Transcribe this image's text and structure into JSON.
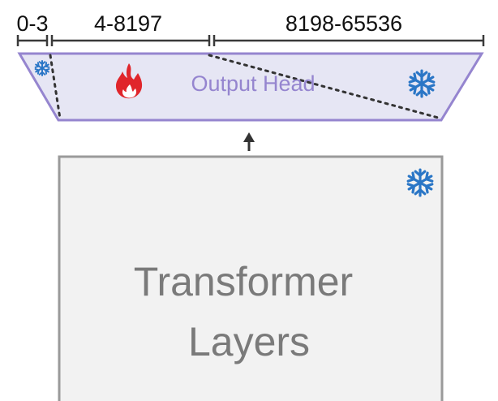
{
  "ranges": [
    {
      "label": "0-3"
    },
    {
      "label": "4-8197"
    },
    {
      "label": "8198-65536"
    }
  ],
  "output_head": {
    "label": "Output Head",
    "fill": "#e6e6f4",
    "stroke": "#9585cf",
    "text_color": "#9585cf"
  },
  "transformer": {
    "line1": "Transformer",
    "line2": "Layers",
    "fill": "#f2f2f2",
    "stroke": "#9a9a9a",
    "text_color": "#7a7a7a"
  },
  "icons": {
    "frozen": "snowflake-icon",
    "trainable": "flame-icon",
    "snow_color": "#2a76c6",
    "flame_color": "#e0262b"
  }
}
